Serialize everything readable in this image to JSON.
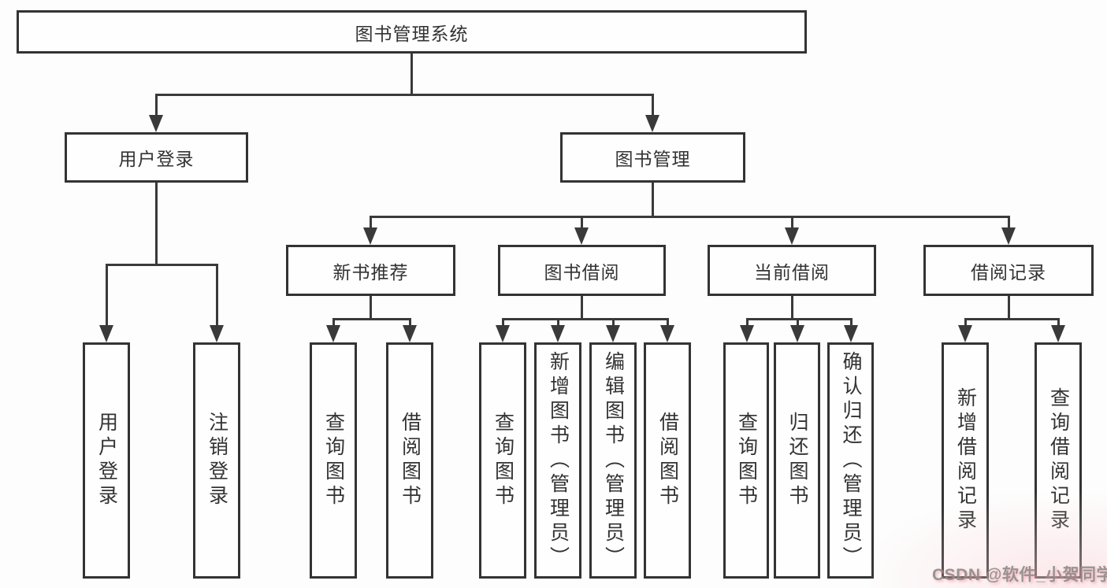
{
  "diagram": {
    "title": "图书管理系统",
    "nodes": [
      {
        "id": "system",
        "label": "图书管理系统",
        "level": 1
      },
      {
        "id": "user-login",
        "label": "用户登录",
        "level": 2
      },
      {
        "id": "book-management",
        "label": "图书管理",
        "level": 2
      },
      {
        "id": "new-book-recommend",
        "label": "新书推荐",
        "level": 3
      },
      {
        "id": "book-borrowing",
        "label": "图书借阅",
        "level": 3
      },
      {
        "id": "current-borrowing",
        "label": "当前借阅",
        "level": 3
      },
      {
        "id": "borrowing-records",
        "label": "借阅记录",
        "level": 3
      },
      {
        "id": "user-login-leaf",
        "label": "用户登录",
        "level": 4
      },
      {
        "id": "logout-leaf",
        "label": "注销登录",
        "level": 4
      },
      {
        "id": "query-books-recommend",
        "label": "查询图书",
        "level": 4
      },
      {
        "id": "borrow-books-recommend",
        "label": "借阅图书",
        "level": 4
      },
      {
        "id": "query-books-borrowing",
        "label": "查询图书",
        "level": 4
      },
      {
        "id": "add-books-admin",
        "label": "新增图书（管理员）",
        "level": 4
      },
      {
        "id": "edit-books-admin",
        "label": "编辑图书（管理员）",
        "level": 4
      },
      {
        "id": "borrow-books-borrowing",
        "label": "借阅图书",
        "level": 4
      },
      {
        "id": "query-books-current",
        "label": "查询图书",
        "level": 4
      },
      {
        "id": "return-books",
        "label": "归还图书",
        "level": 4
      },
      {
        "id": "confirm-return-admin",
        "label": "确认归还（管理员）",
        "level": 4
      },
      {
        "id": "add-borrow-record",
        "label": "新增借阅记录",
        "level": 4
      },
      {
        "id": "query-borrow-record",
        "label": "查询借阅记录",
        "level": 4
      }
    ],
    "edges": [
      {
        "from": "system",
        "to": "user-login"
      },
      {
        "from": "system",
        "to": "book-management"
      },
      {
        "from": "user-login",
        "to": "user-login-leaf"
      },
      {
        "from": "user-login",
        "to": "logout-leaf"
      },
      {
        "from": "book-management",
        "to": "new-book-recommend"
      },
      {
        "from": "book-management",
        "to": "book-borrowing"
      },
      {
        "from": "book-management",
        "to": "current-borrowing"
      },
      {
        "from": "book-management",
        "to": "borrowing-records"
      },
      {
        "from": "new-book-recommend",
        "to": "query-books-recommend"
      },
      {
        "from": "new-book-recommend",
        "to": "borrow-books-recommend"
      },
      {
        "from": "book-borrowing",
        "to": "query-books-borrowing"
      },
      {
        "from": "book-borrowing",
        "to": "add-books-admin"
      },
      {
        "from": "book-borrowing",
        "to": "edit-books-admin"
      },
      {
        "from": "book-borrowing",
        "to": "borrow-books-borrowing"
      },
      {
        "from": "current-borrowing",
        "to": "query-books-current"
      },
      {
        "from": "current-borrowing",
        "to": "return-books"
      },
      {
        "from": "current-borrowing",
        "to": "confirm-return-admin"
      },
      {
        "from": "borrowing-records",
        "to": "add-borrow-record"
      },
      {
        "from": "borrowing-records",
        "to": "query-borrow-record"
      }
    ],
    "colors": {
      "line": "#3a3a3a",
      "border": "#333333",
      "text": "#333333",
      "background": "#fdfdfd",
      "watermark_gray": "#8c8c8c",
      "watermark_pink": "#f2969b"
    }
  },
  "watermark": {
    "text": "CSDN @软件_小贺同学"
  }
}
